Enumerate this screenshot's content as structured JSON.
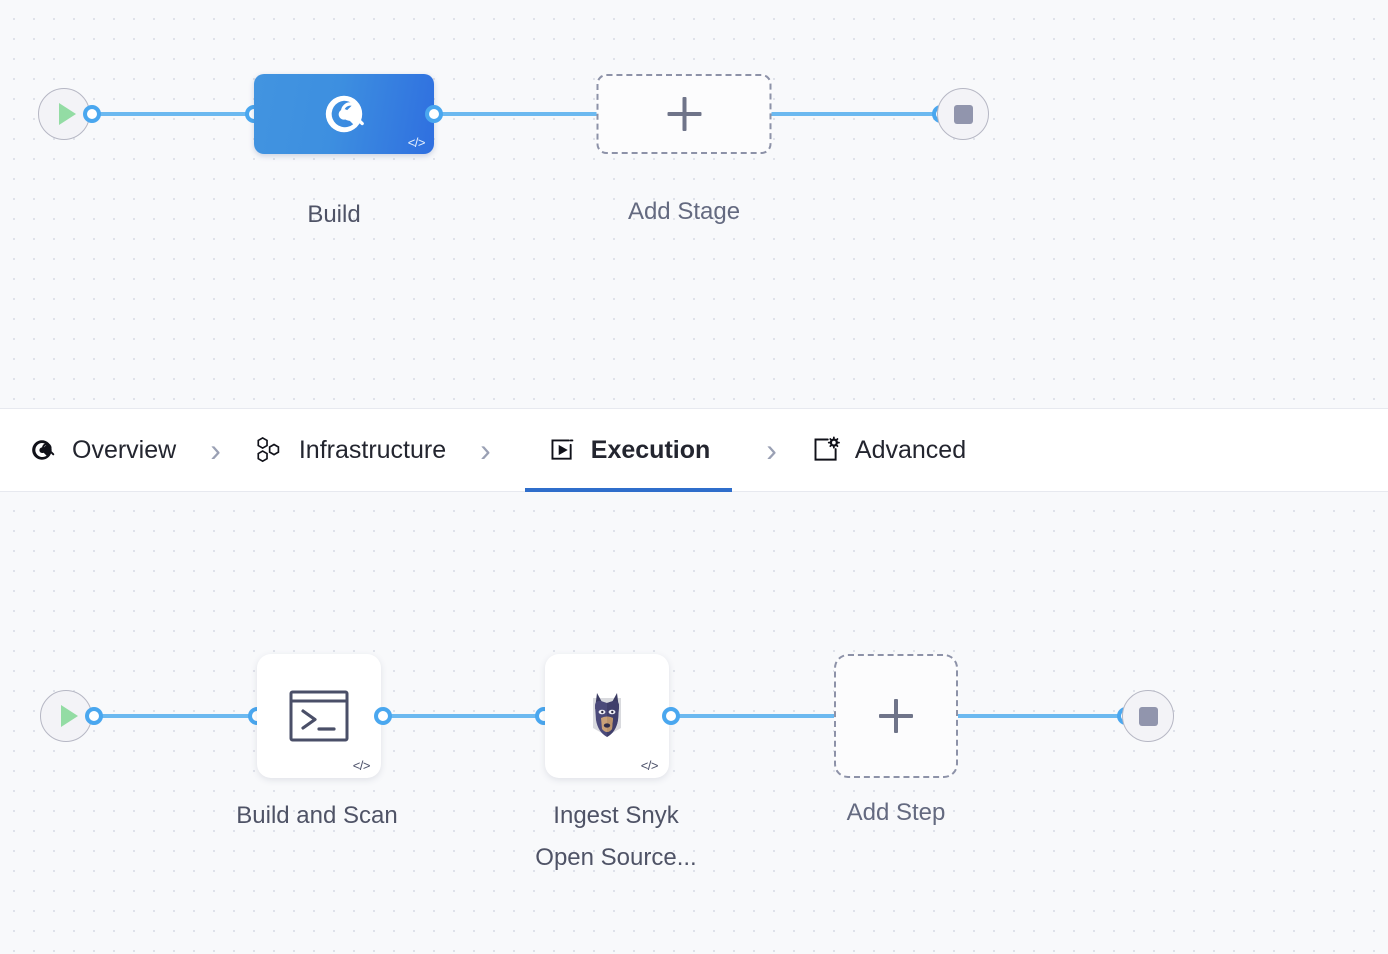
{
  "canvas": {
    "background_color": "#f8f9fb",
    "dot_color": "#dfe2ea",
    "edge_color": "#6cb9f0",
    "port_color": "#4aa7ef"
  },
  "stage_row": {
    "start_node": {
      "name": "pipeline-start",
      "icon": "play-icon"
    },
    "end_node": {
      "name": "pipeline-end",
      "icon": "stop-icon"
    },
    "nodes": [
      {
        "id": "build-stage",
        "label": "Build",
        "type": "stage",
        "icon": "build-scan-icon",
        "badge": "</>",
        "selected": true,
        "accent_color": "#3d8fe0"
      },
      {
        "id": "add-stage",
        "label": "Add Stage",
        "type": "add",
        "icon": "plus-icon"
      }
    ]
  },
  "tabs": {
    "items": [
      {
        "id": "overview",
        "label": "Overview",
        "icon": "overview-build-icon",
        "active": false
      },
      {
        "id": "infrastructure",
        "label": "Infrastructure",
        "icon": "hexagons-icon",
        "active": false
      },
      {
        "id": "execution",
        "label": "Execution",
        "icon": "play-box-icon",
        "active": true
      },
      {
        "id": "advanced",
        "label": "Advanced",
        "icon": "settings-box-icon",
        "active": false
      }
    ],
    "separator": "›",
    "active_underline_color": "#2f6ecb"
  },
  "step_row": {
    "start_node": {
      "name": "execution-start",
      "icon": "play-icon"
    },
    "end_node": {
      "name": "execution-end",
      "icon": "stop-icon"
    },
    "nodes": [
      {
        "id": "build-and-scan",
        "label": "Build and Scan",
        "type": "step",
        "icon": "terminal-icon",
        "badge": "</>"
      },
      {
        "id": "ingest-snyk-open-source",
        "label": "Ingest Snyk\nOpen Source...",
        "type": "step",
        "icon": "snyk-dog-icon",
        "badge": "</>"
      },
      {
        "id": "add-step",
        "label": "Add Step",
        "type": "add",
        "icon": "plus-icon"
      }
    ]
  }
}
